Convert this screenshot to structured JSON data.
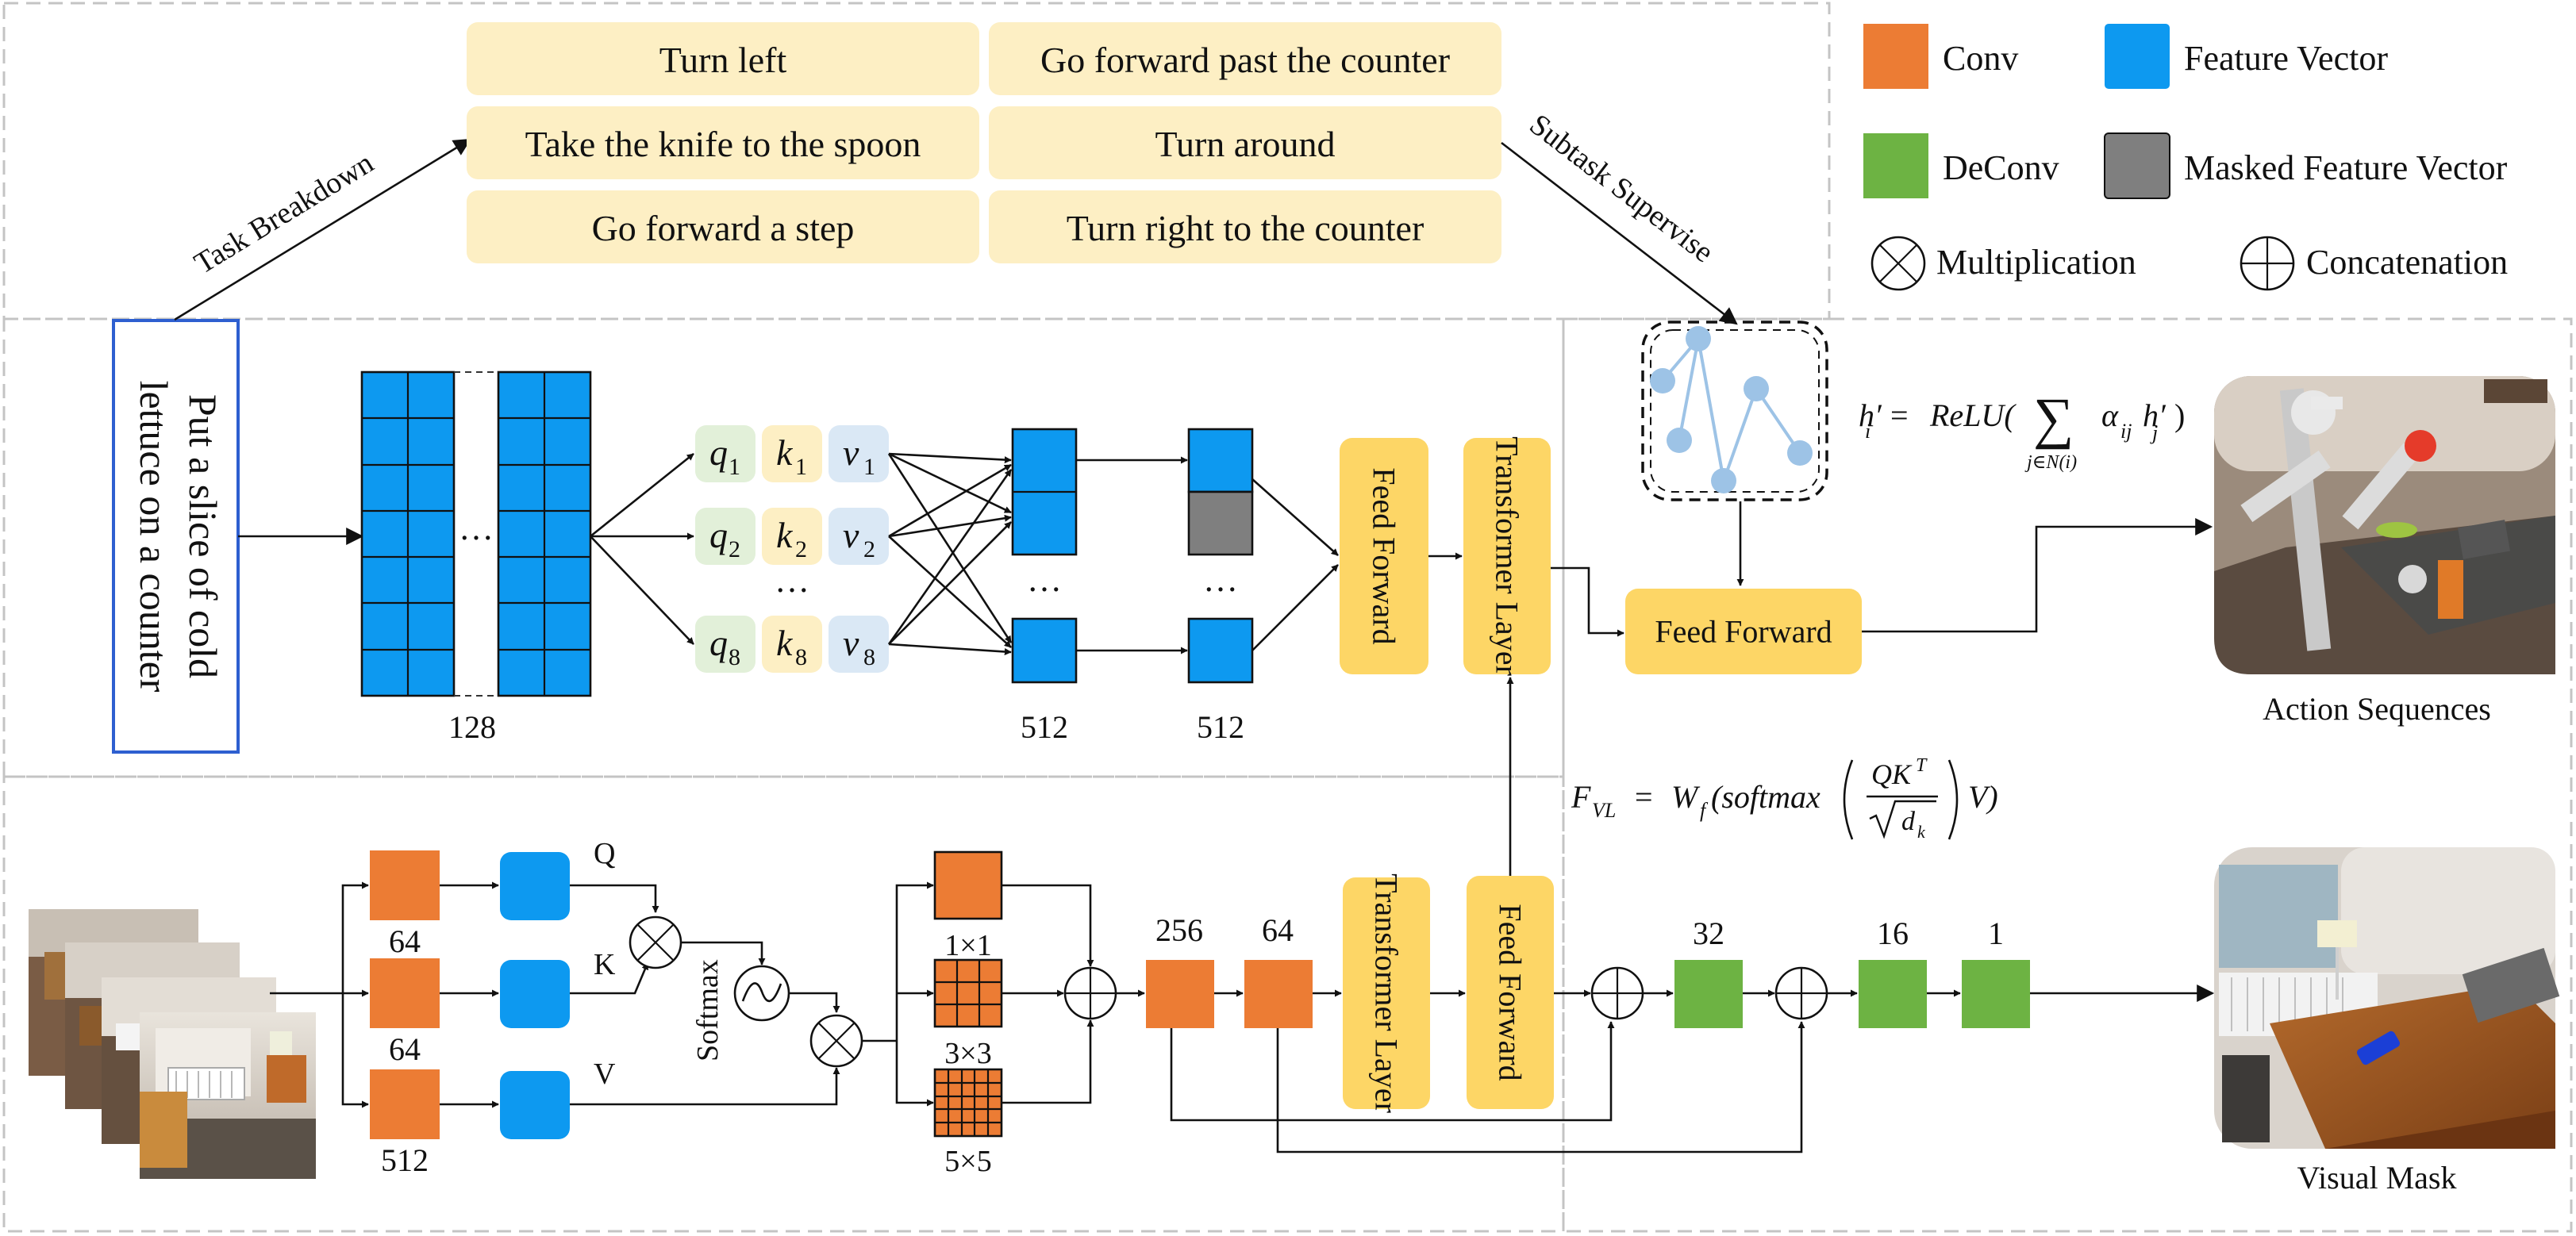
{
  "legend": {
    "conv": "Conv",
    "deconv": "DeConv",
    "feature_vector": "Feature Vector",
    "masked_feature_vector": "Masked Feature Vector",
    "multiplication": "Multiplication",
    "concatenation": "Concatenation"
  },
  "colors": {
    "conv": "#ec7c34",
    "deconv": "#6db343",
    "feature_vector": "#0d99f0",
    "masked_feature_vector": "#7f7f7f",
    "feed_forward": "#fdd666",
    "subtask_pill": "#fdefc4",
    "query_token": "#e2f0d9",
    "key_token": "#fdefc4",
    "value_token": "#dae8f5",
    "instruction_border": "#2e5fd0"
  },
  "instruction": {
    "text_line1": "Put a slice of cold",
    "text_line2": "lettuce on a counter"
  },
  "task_breakdown_label": "Task Breakdown",
  "subtask_supervise_label": "Subtask Supervise",
  "subtasks": [
    "Turn left",
    "Go forward past the counter",
    "Take the knife to the spoon",
    "Turn around",
    "Go forward a step",
    "Turn right to the counter"
  ],
  "language_branch": {
    "matrix_label": "128",
    "ellipsis": "…",
    "qkv_rows": [
      {
        "q": "1",
        "k": "1",
        "v": "1"
      },
      {
        "q": "2",
        "k": "2",
        "v": "2"
      },
      {
        "q": "8",
        "k": "8",
        "v": "8"
      }
    ],
    "feature_label": "512",
    "masked_label": "512",
    "feed_forward_label": "Feed Forward",
    "transformer_label": "Transformer Layer"
  },
  "graph_head": {
    "formula_lhs": "h′",
    "formula_lhs_sub": "i",
    "formula_eq": "=",
    "formula_relu": "ReLU(",
    "formula_sum_under": "j∈N(i)",
    "formula_alpha": "α",
    "formula_alpha_sub": "ij",
    "formula_h": "h′",
    "formula_h_sub": "j",
    "formula_close": ")",
    "feed_forward_label": "Feed Forward"
  },
  "vision_branch": {
    "formula_F": "F",
    "formula_F_sub": "VL",
    "formula_eq": "=",
    "formula_W": "W",
    "formula_W_sub": "f",
    "formula_softmax": "(softmax",
    "formula_num": "QK",
    "formula_num_sup": "T",
    "formula_den": "d",
    "formula_den_sub": "k",
    "formula_V": "V)",
    "q_conv_label": "64",
    "k_conv_label": "64",
    "v_conv_label": "512",
    "q_label": "Q",
    "k_label": "K",
    "v_label": "V",
    "softmax_label": "Softmax",
    "kernel_1": "1×1",
    "kernel_3": "3×3",
    "kernel_5": "5×5",
    "conv256_label": "256",
    "conv64_label": "64",
    "transformer_label": "Transformer Layer",
    "feed_forward_label": "Feed Forward",
    "deconv_labels": [
      "32",
      "16",
      "1"
    ]
  },
  "outputs": {
    "action_sequences": "Action Sequences",
    "visual_mask": "Visual Mask"
  }
}
